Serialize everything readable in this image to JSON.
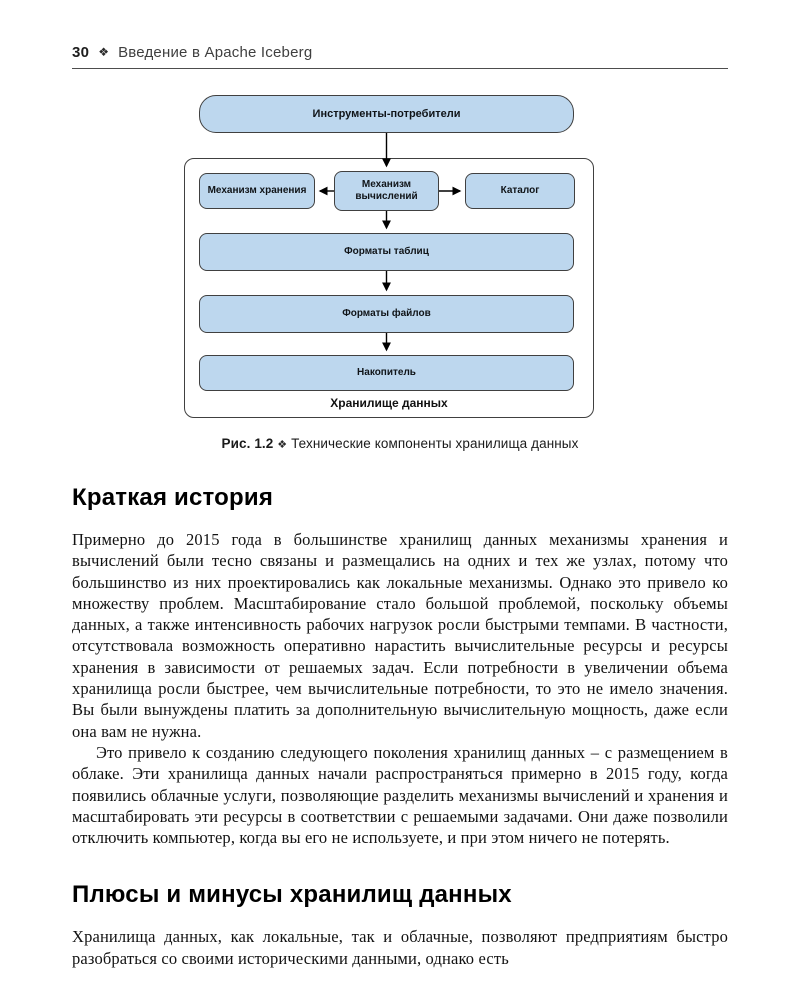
{
  "header": {
    "page_number": "30",
    "separator": "❖",
    "title": "Введение в Apache Iceberg"
  },
  "figure": {
    "caption_label": "Рис. 1.2",
    "caption_separator": "❖",
    "caption_text": "Технические компоненты хранилища данных",
    "container_label": "Хранилище данных",
    "nodes": {
      "consumer_tools": "Инструменты-потребители",
      "storage_engine": "Механизм хранения",
      "compute_engine": "Механизм вычислений",
      "catalog": "Каталог",
      "table_formats": "Форматы таблиц",
      "file_formats": "Форматы файлов",
      "drive": "Накопитель"
    },
    "colors": {
      "node_fill": "#bdd7ee",
      "node_border": "#404040",
      "arrow": "#000000"
    }
  },
  "sections": [
    {
      "heading": "Краткая история",
      "paragraphs": [
        "Примерно до 2015 года в большинстве хранилищ данных механизмы хранения и вычислений были тесно связаны и размещались на одних и тех же узлах, потому что большинство из них проектировались как локальные механизмы. Однако это привело ко множеству проблем. Масштабирование стало большой проблемой, поскольку объемы данных, а также интенсивность рабочих нагрузок росли быстрыми темпами. В частности, отсутствовала возможность оперативно нарастить вычислительные ресурсы и ресурсы хранения в зависимости от решаемых задач. Если потребности в увеличении объема хранилища росли быстрее, чем вычислительные потребности, то это не имело значения. Вы были вынуждены платить за дополнительную вычислительную мощность, даже если она вам не нужна.",
        "Это привело к созданию следующего поколения хранилищ данных – с размещением в облаке. Эти хранилища данных начали распространяться примерно в 2015 году, когда появились облачные услуги, позволяющие разделить механизмы вычислений и хранения и масштабировать эти ресурсы в соответствии с решаемыми задачами. Они даже позволили отключить компьютер, когда вы его не используете, и при этом ничего не потерять."
      ]
    },
    {
      "heading": "Плюсы и минусы хранилищ данных",
      "paragraphs": [
        "Хранилища данных, как локальные, так и облачные, позволяют предприятиям быстро разобраться со своими историческими данными, однако есть"
      ]
    }
  ]
}
